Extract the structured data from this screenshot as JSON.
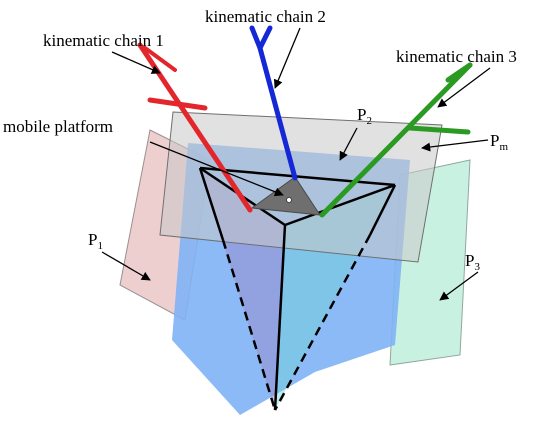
{
  "labels": {
    "chain1": "kinematic chain 1",
    "chain2": "kinematic chain 2",
    "chain3": "kinematic chain 3",
    "platform": "mobile platform",
    "p1_main": "P",
    "p1_sub": "1",
    "p2_main": "P",
    "p2_sub": "2",
    "p3_main": "P",
    "p3_sub": "3",
    "pm_main": "P",
    "pm_sub": "m"
  },
  "colors": {
    "chain1": "#e3262b",
    "chain2": "#1428d6",
    "chain3": "#2a9a22",
    "plane_p1": "#e8bfc0",
    "plane_p2": "#7fb2f5",
    "plane_p3": "#bfeedd",
    "plane_pm": "#c9c9c9",
    "platform": "#6f6f6f"
  }
}
